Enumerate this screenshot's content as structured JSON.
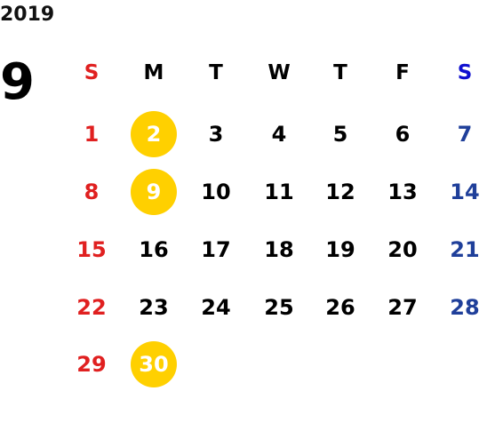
{
  "calendar": {
    "year": "2019",
    "month": "9",
    "weekdays": [
      "S",
      "M",
      "T",
      "W",
      "T",
      "F",
      "S"
    ],
    "weeks": [
      [
        "",
        "",
        "",
        "",
        "",
        "",
        ""
      ],
      [
        "1",
        "2",
        "3",
        "4",
        "5",
        "6",
        "7"
      ],
      [
        "8",
        "9",
        "10",
        "11",
        "12",
        "13",
        "14"
      ],
      [
        "15",
        "16",
        "17",
        "18",
        "19",
        "20",
        "21"
      ],
      [
        "22",
        "23",
        "24",
        "25",
        "26",
        "27",
        "28"
      ],
      [
        "29",
        "30",
        "",
        "",
        "",
        "",
        ""
      ]
    ],
    "highlighted_days": [
      "2",
      "9",
      "30"
    ],
    "colors": {
      "sunday": "#e02020",
      "saturday_header": "#1010d0",
      "saturday_day": "#1f3f9a",
      "weekday": "#000000",
      "highlight_fill": "#ffd000",
      "highlight_text": "#ffffff"
    }
  }
}
